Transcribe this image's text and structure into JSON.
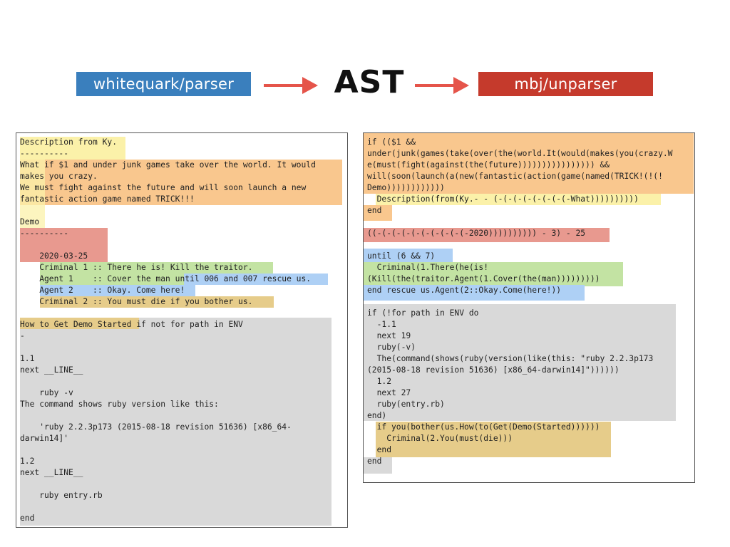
{
  "header": {
    "parser_label": "whitequark/parser",
    "ast_label": "AST",
    "unparser_label": "mbj/unparser",
    "parser_color": "#3a7fbd",
    "unparser_color": "#c53a2c",
    "arrow_color": "#e5544a"
  },
  "highlight_colors": {
    "yellow": "#fbf1a9",
    "orange": "#f9c78e",
    "red": "#e8998f",
    "green": "#c3e3a3",
    "blue": "#aed0f5",
    "tan": "#e6cc8a",
    "gray": "#d9d9d9"
  },
  "left_code": [
    "Description from Ky.",
    "----------",
    "What if $1 and under junk games take over the world. It would",
    "makes you crazy.",
    "We must fight against the future and will soon launch a new",
    "fantastic action game named TRICK!!!",
    "",
    "Demo",
    "----------",
    "",
    "    2020-03-25",
    "    Criminal 1 :: There he is! Kill the traitor.",
    "    Agent 1    :: Cover the man until 006 and 007 rescue us.",
    "    Agent 2    :: Okay. Come here!",
    "    Criminal 2 :: You must die if you bother us.",
    "",
    "How to Get Demo Started if not for path in ENV",
    "-",
    "",
    "1.1",
    "next __LINE__",
    "",
    "    ruby -v",
    "The command shows ruby version like this:",
    "",
    "    'ruby 2.2.3p173 (2015-08-18 revision 51636) [x86_64-",
    "darwin14]'",
    "",
    "1.2",
    "next __LINE__",
    "",
    "    ruby entry.rb",
    "",
    "end"
  ],
  "right_code": [
    "if (($1 &&",
    "under(junk(games(take(over(the(world.It(would(makes(you(crazy.W",
    "e(must(fight(against(the(future)))))))))))))))) &&",
    "will(soon(launch(a(new(fantastic(action(game(named(TRICK!(!(!",
    "Demo))))))))))))",
    "  Description(from(Ky.- - (-(-(-(-(-(-(-(-What))))))))))",
    "end",
    "",
    "((-(-(-(-(-(-(-(-(-(-2020)))))))))) - 3) - 25",
    "",
    "until (6 && 7)",
    "  Criminal(1.There(he(is!",
    "(Kill(the(traitor.Agent(1.Cover(the(man)))))))))",
    "end rescue us.Agent(2::Okay.Come(here!))",
    "",
    "if (!for path in ENV do",
    "  -1.1",
    "  next 19",
    "  ruby(-v)",
    "  The(command(shows(ruby(version(like(this: \"ruby 2.2.3p173",
    "(2015-08-18 revision 51636) [x86_64-darwin14]\"))))))",
    "  1.2",
    "  next 27",
    "  ruby(entry.rb)",
    "end)",
    "  if you(bother(us.How(to(Get(Demo(Started))))))",
    "    Criminal(2.You(must(die)))",
    "  end",
    "end"
  ]
}
